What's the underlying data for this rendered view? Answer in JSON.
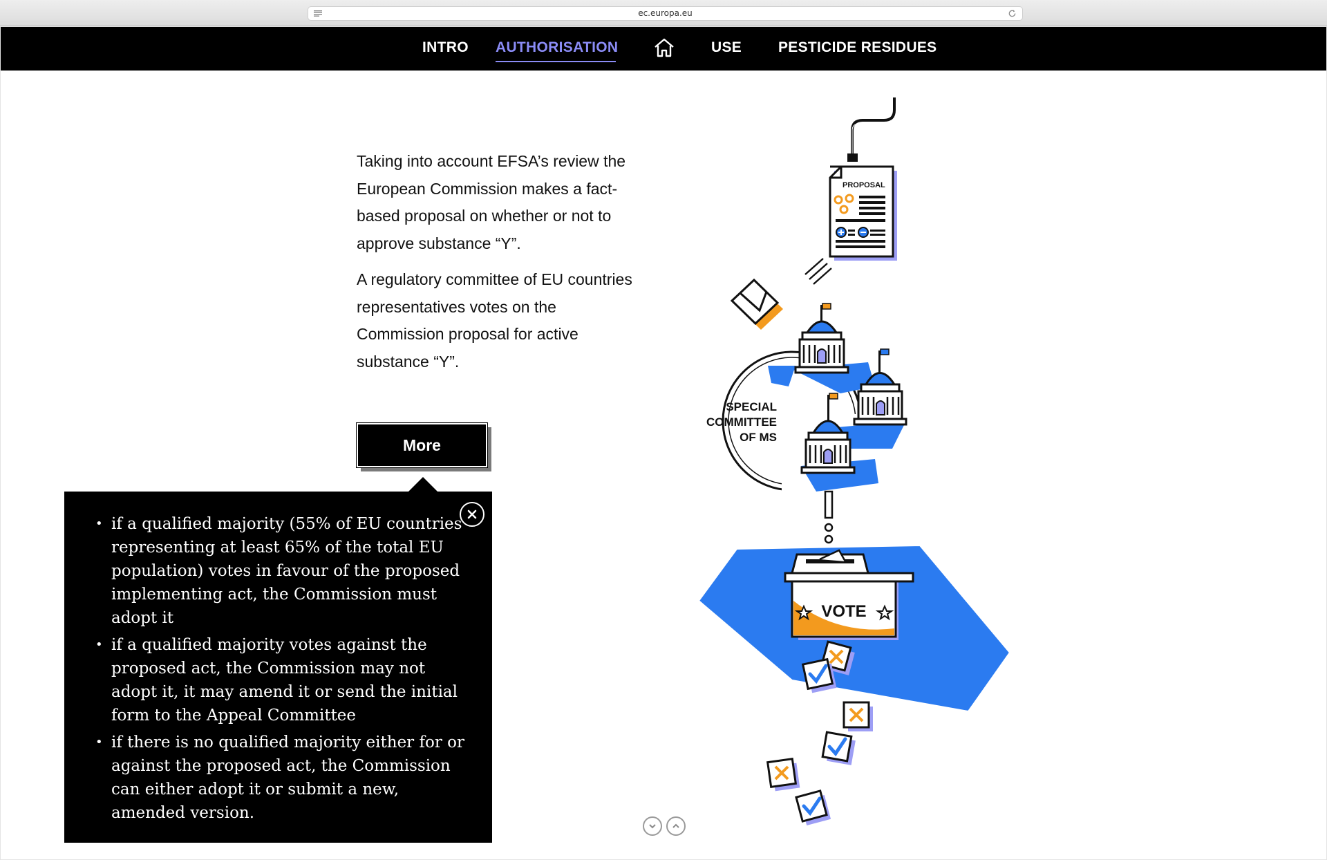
{
  "browser": {
    "url": "ec.europa.eu"
  },
  "nav": {
    "items": [
      {
        "label": "INTRO"
      },
      {
        "label": "AUTHORISATION"
      },
      {
        "label": "USE"
      },
      {
        "label": "PESTICIDE RESIDUES"
      }
    ],
    "active": "AUTHORISATION",
    "home_icon": "home-icon"
  },
  "intro": {
    "paragraph_1": "Taking into account EFSA’s review the European Commission makes a fact-based proposal on whether or not to approve substance “Y”.",
    "paragraph_2": "A regulatory committee of EU countries representatives votes on the Commission proposal for active substance “Y”."
  },
  "more_button": {
    "label": "More"
  },
  "popup": {
    "close_icon": "close-icon",
    "bullets": [
      "if a qualified majority (55% of EU countries representing at least 65% of the total EU population) votes in favour of the proposed implementing act, the Commission must adopt it",
      "if a qualified majority votes against the proposed act, the Commission may not adopt it, it may amend it or send the initial form to the Appeal Committee",
      "if there is no qualified majority either for or against the proposed act, the Commission can either adopt it or submit a new, amended version."
    ]
  },
  "illustration": {
    "proposal_label": "PROPOSAL",
    "committee_label": [
      "SPECIAL",
      "COMMITTEE",
      "OF MS"
    ],
    "vote_label": "VOTE",
    "colors": {
      "blue": "#2b7bf0",
      "orange": "#f39a1e",
      "lavender": "#9d9ef5",
      "ink": "#111111"
    }
  },
  "pager": {
    "down_icon": "chevron-down-icon",
    "up_icon": "chevron-up-icon"
  }
}
